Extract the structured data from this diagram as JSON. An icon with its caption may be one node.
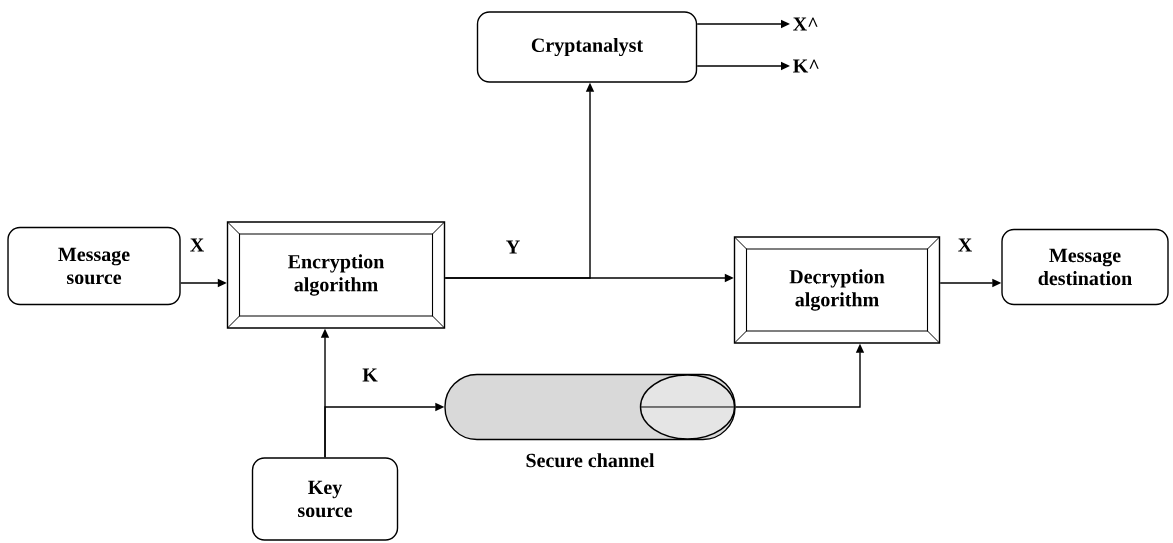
{
  "diagram": {
    "nodes": [
      {
        "text": [
          "Message source"
        ]
      },
      {
        "text": [
          "Encryption algorithm"
        ]
      },
      {
        "text": [
          "Cryptanalyst"
        ]
      },
      {
        "text": [
          "Decryption algorithm"
        ]
      },
      {
        "text": [
          "Message destination"
        ]
      },
      {
        "text": [
          "Key source"
        ]
      },
      {
        "text": [],
        "shape": "cylinder",
        "beside": [
          "Secure channel"
        ]
      },
      {
        "text": [
          "X^"
        ]
      },
      {
        "text": [
          "K^"
        ]
      }
    ],
    "edges": [
      {
        "from": 0,
        "to": 1,
        "arrow": "to",
        "label": "X"
      },
      {
        "from": 1,
        "to": 3,
        "arrow": "to",
        "label": "Y"
      },
      {
        "from": 1,
        "to": 2,
        "arrow": "to"
      },
      {
        "from": 2,
        "to": 7,
        "arrow": "to"
      },
      {
        "from": 2,
        "to": 8,
        "arrow": "to"
      },
      {
        "from": 5,
        "to": 1,
        "arrow": "to",
        "label": "K"
      },
      {
        "from": 5,
        "to": 6,
        "arrow": "to"
      },
      {
        "from": 6,
        "to": 3,
        "arrow": "to"
      },
      {
        "from": 3,
        "to": 4,
        "arrow": "to",
        "label": "X"
      }
    ]
  }
}
